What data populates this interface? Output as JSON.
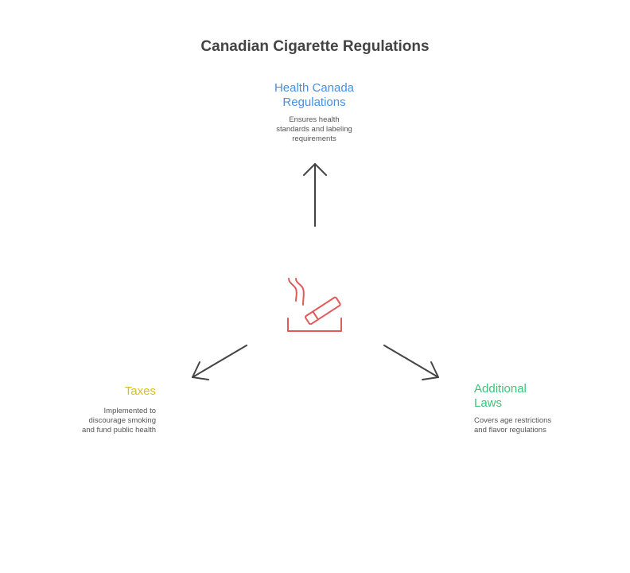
{
  "title": "Canadian Cigarette Regulations",
  "center_icon": {
    "name": "smoking-icon",
    "color": "#E05A5A"
  },
  "arrow_color": "#444444",
  "nodes": [
    {
      "id": "health",
      "title_line1": "Health Canada",
      "title_line2": "Regulations",
      "color": "#4A8FE0",
      "desc_line1": "Ensures health",
      "desc_line2": "standards and labeling",
      "desc_line3": "requirements"
    },
    {
      "id": "taxes",
      "title_line1": "Taxes",
      "color": "#D9C21A",
      "desc_line1": "Implemented to",
      "desc_line2": "discourage smoking",
      "desc_line3": "and fund public health"
    },
    {
      "id": "laws",
      "title_line1": "Additional",
      "title_line2": "Laws",
      "color": "#3EC47A",
      "desc_line1": "Covers age restrictions",
      "desc_line2": "and flavor regulations"
    }
  ]
}
